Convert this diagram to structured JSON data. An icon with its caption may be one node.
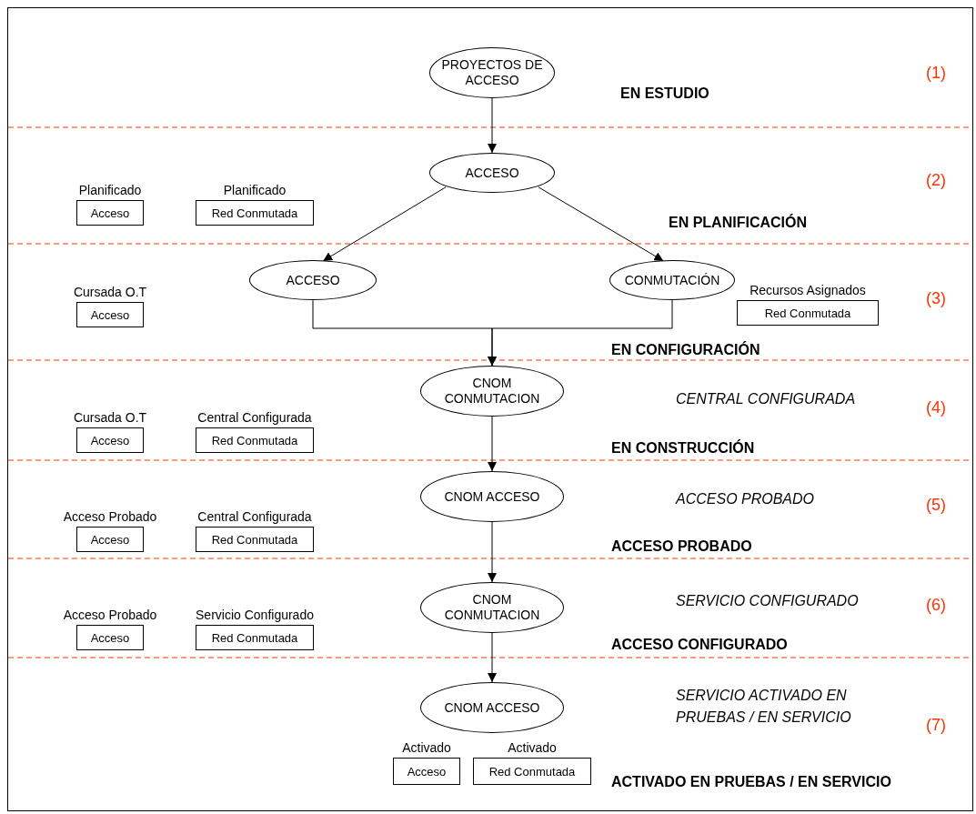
{
  "diagram": {
    "nodes": [
      {
        "text": [
          "PROYECTOS DE ACCESO"
        ]
      },
      {
        "text": [
          "ACCESO"
        ]
      },
      {
        "text": [
          "Acceso"
        ],
        "beside": [
          "Planificado"
        ]
      },
      {
        "text": [
          "Red Conmutada"
        ],
        "beside": [
          "Planificado"
        ]
      },
      {
        "text": [
          "ACCESO"
        ]
      },
      {
        "text": [
          "CONMUTACIÓN"
        ]
      },
      {
        "text": [
          "Acceso"
        ],
        "beside": [
          "Cursada O.T"
        ]
      },
      {
        "text": [
          "Red Conmutada"
        ],
        "beside": [
          "Recursos Asignados"
        ]
      },
      {
        "text": [
          "CNOM CONMUTACION"
        ]
      },
      {
        "text": [
          "Acceso"
        ],
        "beside": [
          "Cursada O.T"
        ]
      },
      {
        "text": [
          "Red Conmutada"
        ],
        "beside": [
          "Central Configurada"
        ]
      },
      {
        "text": [
          "CNOM ACCESO"
        ]
      },
      {
        "text": [
          "Acceso"
        ],
        "beside": [
          "Acceso Probado"
        ]
      },
      {
        "text": [
          "Red Conmutada"
        ],
        "beside": [
          "Central Configurada"
        ]
      },
      {
        "text": [
          "CNOM CONMUTACION"
        ]
      },
      {
        "text": [
          "Acceso"
        ],
        "beside": [
          "Acceso Probado"
        ]
      },
      {
        "text": [
          "Red Conmutada"
        ],
        "beside": [
          "Servicio Configurado"
        ]
      },
      {
        "text": [
          "CNOM ACCESO"
        ]
      },
      {
        "text": [
          "Acceso"
        ],
        "beside": [
          "Activado"
        ]
      },
      {
        "text": [
          "Red Conmutada"
        ],
        "beside": [
          "Activado"
        ]
      }
    ],
    "edges": [
      {
        "from": 0,
        "to": 1,
        "arrow": "to"
      },
      {
        "from": 1,
        "to": 4,
        "arrow": "to"
      },
      {
        "from": 1,
        "to": 5,
        "arrow": "to"
      },
      {
        "from": 4,
        "to": 8,
        "arrow": "to"
      },
      {
        "from": 5,
        "to": 8,
        "arrow": "to"
      },
      {
        "from": 8,
        "to": 11,
        "arrow": "to"
      },
      {
        "from": 11,
        "to": 14,
        "arrow": "to"
      },
      {
        "from": 14,
        "to": 17,
        "arrow": "to"
      }
    ],
    "labels": [
      "EN ESTUDIO",
      "(1)",
      "(2)",
      "EN PLANIFICACIÓN",
      "(3)",
      "EN CONFIGURACIÓN",
      "CENTRAL CONFIGURADA",
      "(4)",
      "EN CONSTRUCCIÓN",
      "ACCESO PROBADO",
      "(5)",
      "ACCESO PROBADO",
      "SERVICIO CONFIGURADO",
      "(6)",
      "ACCESO CONFIGURADO",
      "SERVICIO ACTIVADO EN PRUEBAS / EN SERVICIO",
      "(7)",
      "ACTIVADO EN PRUEBAS / EN SERVICIO"
    ]
  }
}
